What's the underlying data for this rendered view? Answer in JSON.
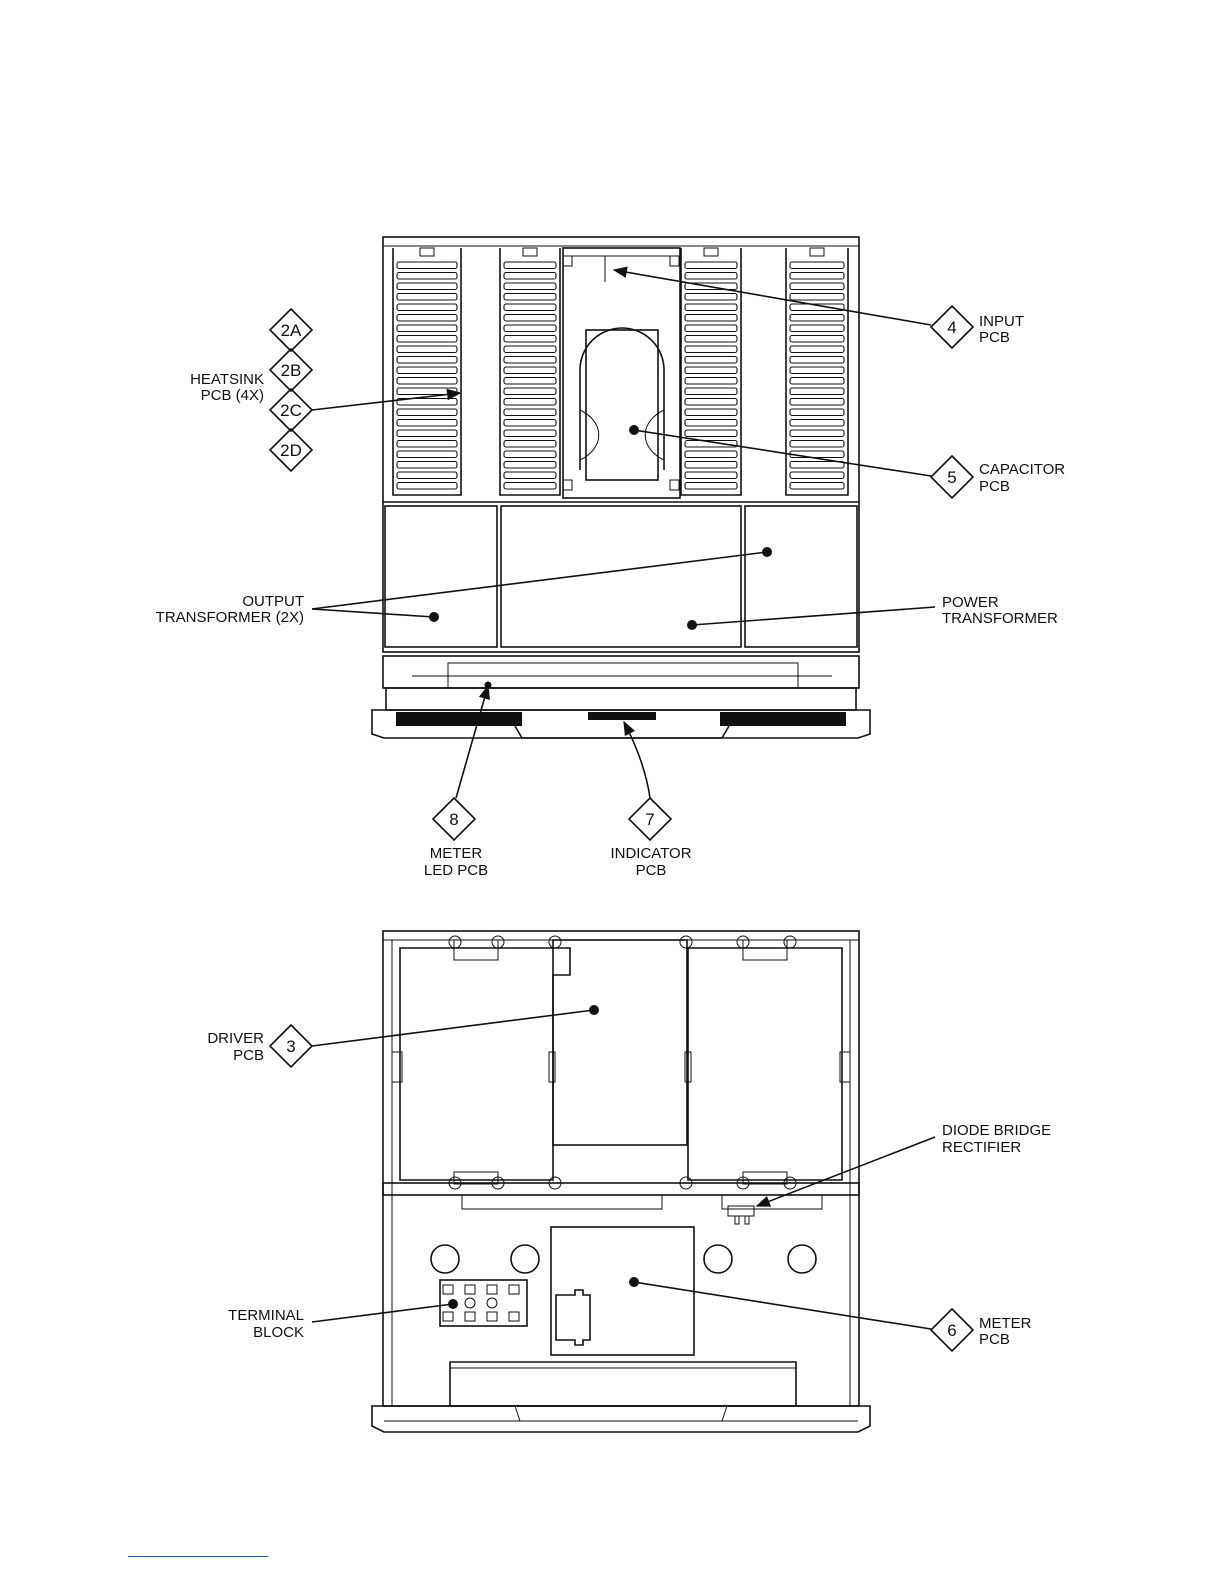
{
  "top_view": {
    "callouts": {
      "heatsink": {
        "badges": [
          "2A",
          "2B",
          "2C",
          "2D"
        ],
        "label": [
          "HEATSINK",
          "PCB  (4X)"
        ]
      },
      "input": {
        "badge": "4",
        "label": [
          "INPUT",
          "PCB"
        ]
      },
      "capacitor": {
        "badge": "5",
        "label": [
          "CAPACITOR",
          "PCB"
        ]
      },
      "output_transformer": {
        "label": [
          "OUTPUT",
          "TRANSFORMER  (2X)"
        ]
      },
      "power_transformer": {
        "label": [
          "POWER",
          "TRANSFORMER"
        ]
      },
      "meter_led": {
        "badge": "8",
        "label": [
          "METER",
          "LED  PCB"
        ]
      },
      "indicator": {
        "badge": "7",
        "label": [
          "INDICATOR",
          "PCB"
        ]
      }
    }
  },
  "bottom_view": {
    "callouts": {
      "driver": {
        "badge": "3",
        "label": [
          "DRIVER",
          "PCB"
        ]
      },
      "diode_bridge": {
        "label": [
          "DIODE  BRIDGE",
          "RECTIFIER"
        ]
      },
      "terminal_block": {
        "label": [
          "TERMINAL",
          "BLOCK"
        ]
      },
      "meter": {
        "badge": "6",
        "label": [
          "METER",
          "PCB"
        ]
      }
    }
  }
}
